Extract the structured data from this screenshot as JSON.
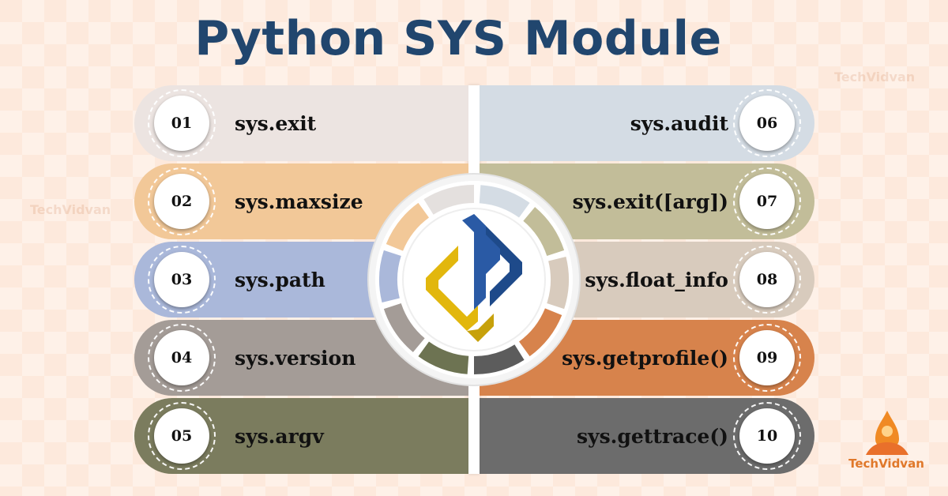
{
  "title": "Python SYS Module",
  "brand": {
    "name": "TechVidvan",
    "icon": "techvidvan-logo-icon"
  },
  "hub_icon": "python-logo-icon",
  "left_items": [
    {
      "number": "01",
      "label": "sys.exit",
      "color": "#ece4e1"
    },
    {
      "number": "02",
      "label": "sys.maxsize",
      "color": "#f2c898"
    },
    {
      "number": "03",
      "label": "sys.path",
      "color": "#aab8da"
    },
    {
      "number": "04",
      "label": "sys.version",
      "color": "#a49c97"
    },
    {
      "number": "05",
      "label": "sys.argv",
      "color": "#7b7c5e"
    }
  ],
  "right_items": [
    {
      "number": "06",
      "label": "sys.audit",
      "color": "#d4dce4"
    },
    {
      "number": "07",
      "label": "sys.exit([arg])",
      "color": "#c2bd99"
    },
    {
      "number": "08",
      "label": "sys.float_info",
      "color": "#d8cbbd"
    },
    {
      "number": "09",
      "label": "sys.getprofile()",
      "color": "#d7834c"
    },
    {
      "number": "10",
      "label": "sys.gettrace()",
      "color": "#6c6c6c"
    }
  ],
  "ring_colors": [
    "#d4dce4",
    "#c2bd99",
    "#d8cbbd",
    "#d7834c",
    "#5c5c5c",
    "#6d7352",
    "#a49c97",
    "#aab8da",
    "#f2c898",
    "#e4e0de"
  ]
}
